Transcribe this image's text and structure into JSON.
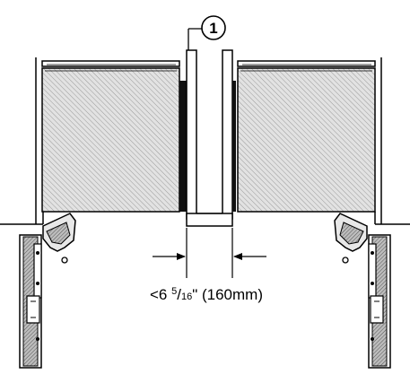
{
  "callout": {
    "number": "1"
  },
  "dimension": {
    "prefix": "<6 ",
    "fraction_numerator": "5",
    "fraction_slash": "/",
    "fraction_denominator": "16",
    "suffix": "\" (160mm)"
  },
  "colors": {
    "line": "#000000",
    "panel_fill": "#d9d9d9",
    "hatch": "#9a9a9a",
    "background": "#ffffff"
  }
}
